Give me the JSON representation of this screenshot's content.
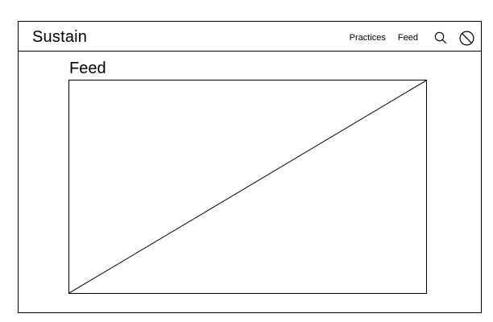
{
  "header": {
    "brand": "Sustain",
    "nav": {
      "practices_label": "Practices",
      "feed_label": "Feed"
    },
    "icons": {
      "search": "search-icon",
      "block": "block-icon"
    }
  },
  "main": {
    "title": "Feed",
    "media": {
      "type": "image-placeholder"
    }
  },
  "colors": {
    "line": "#000000",
    "background": "#ffffff"
  }
}
